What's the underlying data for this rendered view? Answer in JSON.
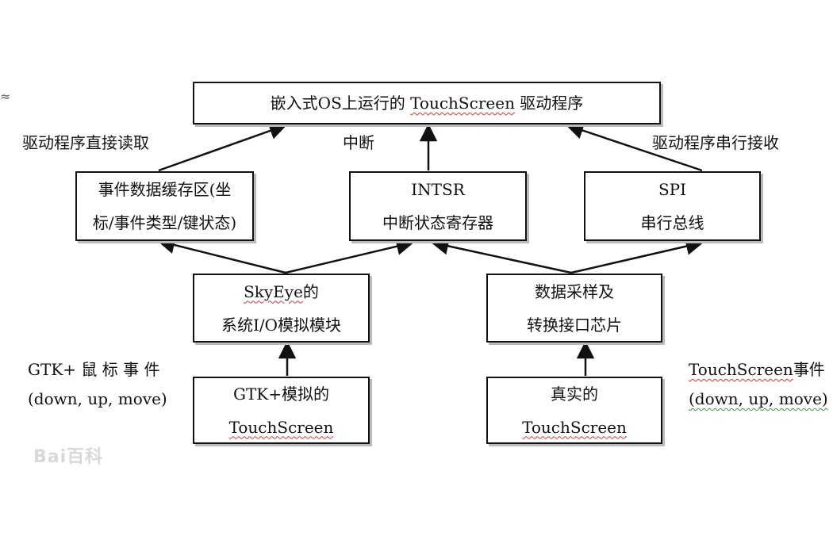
{
  "boxes": {
    "top": {
      "text_a": "嵌入式OS上运行的 ",
      "text_b": "TouchScreen",
      "text_c": " 驱动程序"
    },
    "buffer": {
      "line1": "事件数据缓存区(坐",
      "line2": "标/事件类型/键状态)"
    },
    "intsr": {
      "line1": "INTSR",
      "line2": "中断状态寄存器"
    },
    "spi": {
      "line1": "SPI",
      "line2": "串行总线"
    },
    "skyeye": {
      "line1_a": "SkyEye",
      "line1_b": "的",
      "line2": "系统I/O模拟模块"
    },
    "adc": {
      "line1": "数据采样及",
      "line2": "转换接口芯片"
    },
    "gtk_ts": {
      "line1": "GTK+模拟的",
      "line2": "TouchScreen"
    },
    "real_ts": {
      "line1": "真实的",
      "line2": "TouchScreen"
    }
  },
  "labels": {
    "direct_read": "驱动程序直接读取",
    "interrupt": "中断",
    "serial_recv": "驱动程序串行接收",
    "gtk_event_title": "GTK+ 鼠 标 事 件",
    "gtk_event_args": "(down, up, move)",
    "ts_event_a": "TouchScreen",
    "ts_event_b": "事件",
    "ts_event_args": "(down, up, move)"
  },
  "watermark": "Bai百科"
}
